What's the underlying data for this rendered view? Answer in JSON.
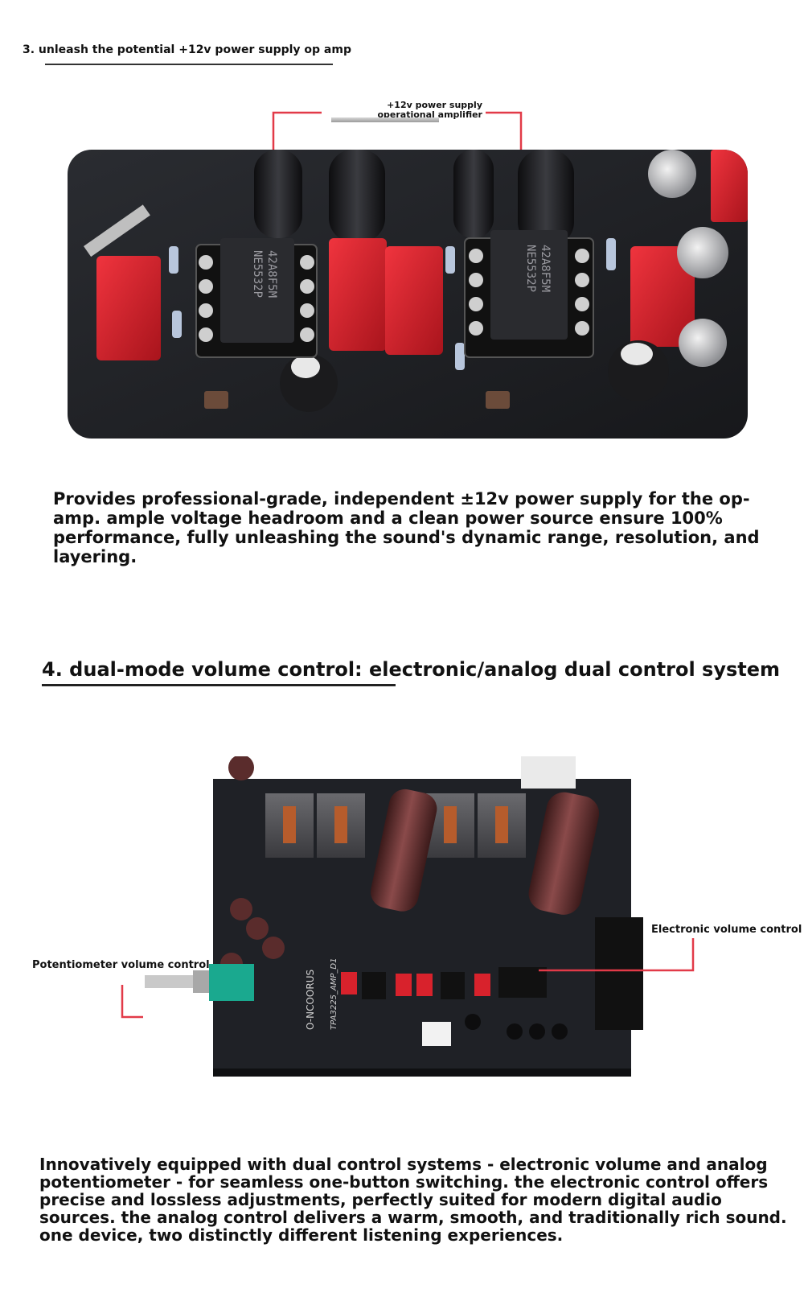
{
  "section3": {
    "title": "3. unleash the potential +12v power supply op amp",
    "callout_label": "+12v power supply operational amplifier",
    "chip_marking_top": "42A8F5M",
    "chip_marking_part": "NE5532P",
    "description": "Provides professional-grade, independent ±12v power supply for the op-amp. ample voltage headroom and a clean power source ensure 100% performance, fully unleashing the sound's dynamic range, resolution, and layering."
  },
  "section4": {
    "title": "4. dual-mode volume control: electronic/analog dual control system",
    "label_electronic": "Electronic volume control",
    "label_potentiometer": "Potentiometer volume control",
    "board_brand": "O-NCOORUS",
    "board_model": "TPA3225_AMP_D1",
    "description": "Innovatively equipped with dual control systems - electronic volume and analog potentiometer - for seamless one-button switching. the electronic control offers precise and lossless adjustments, perfectly suited for modern digital audio sources. the analog control delivers a warm, smooth, and traditionally rich sound. one device, two distinctly different listening experiences."
  },
  "colors": {
    "callout_line": "#e23a48",
    "pcb": "#1f2126",
    "capacitor_red": "#d8222c",
    "electrolytic": "#5b2a2a"
  }
}
